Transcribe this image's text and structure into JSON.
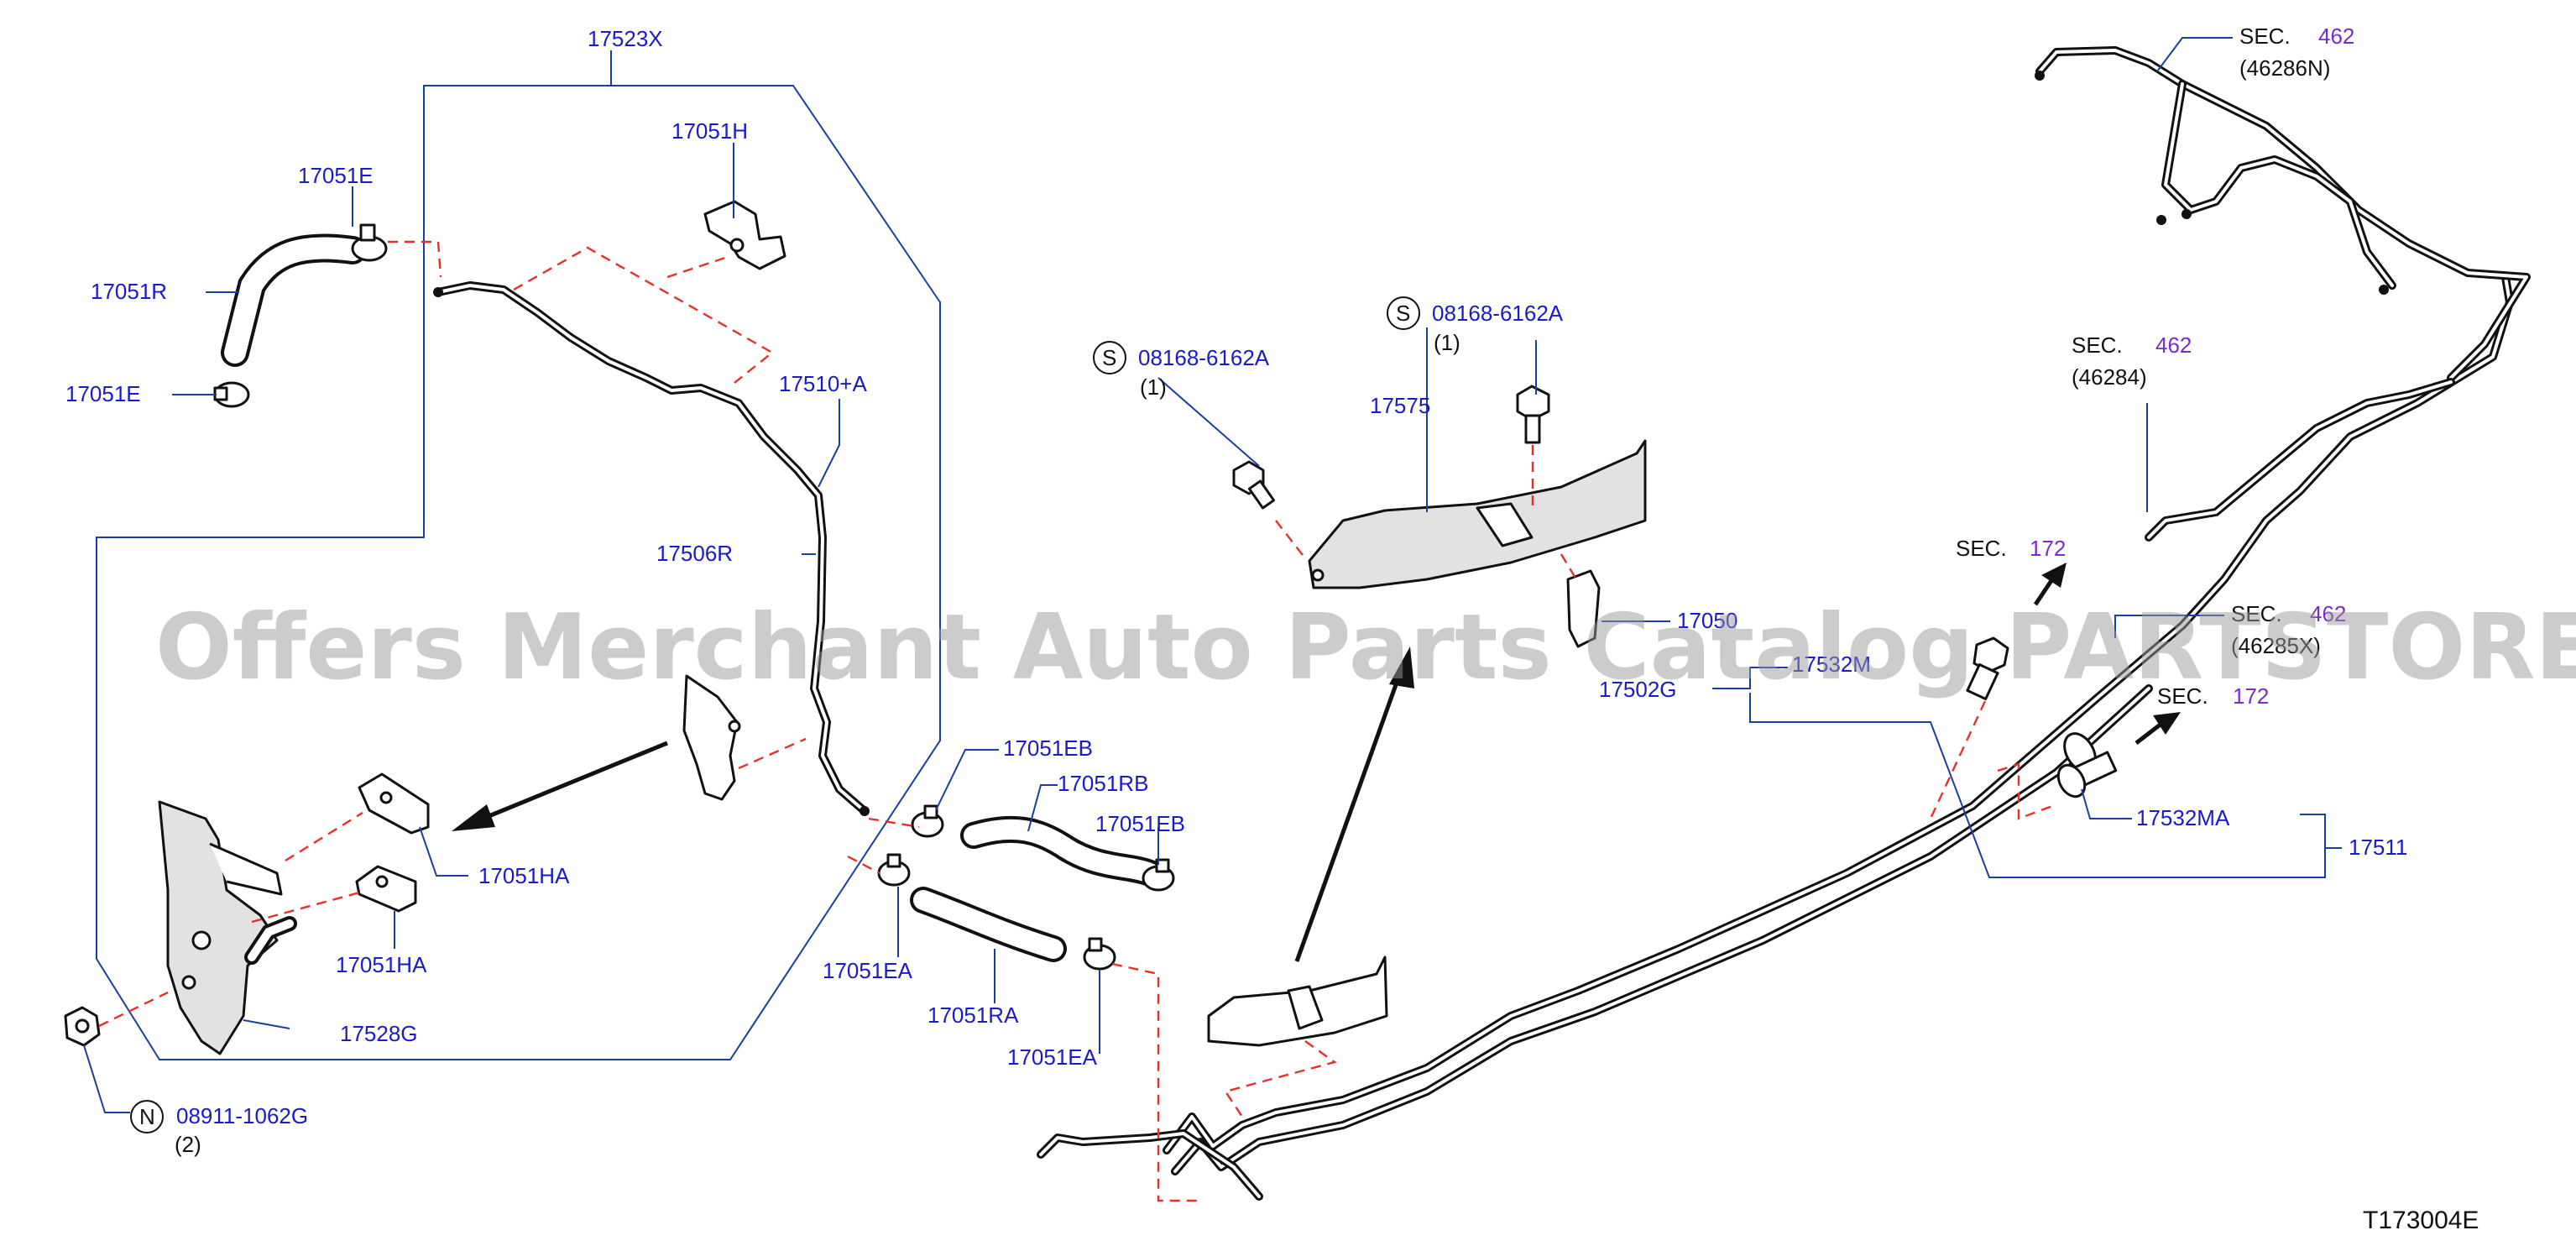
{
  "diagram_code": "T173004E",
  "watermark": "Offers Merchant Auto Parts Catalog PARTSTORE.SA",
  "colors": {
    "part_number": "#1a1acc",
    "section_ref": "#7a2ad0",
    "leader": "#1a3fa0",
    "dashed_leader": "#e8302a"
  },
  "labels": {
    "p17523X": "17523X",
    "p17051H": "17051H",
    "p17051E_top": "17051E",
    "p17051R": "17051R",
    "p17051E_bot": "17051E",
    "p17510A": "17510+A",
    "p17506R": "17506R",
    "p17051EB_1": "17051EB",
    "p17051RB": "17051RB",
    "p17051EB_2": "17051EB",
    "p17051HA_1": "17051HA",
    "p17051HA_2": "17051HA",
    "p17051EA_1": "17051EA",
    "p17051RA": "17051RA",
    "p17051EA_2": "17051EA",
    "p17528G": "17528G",
    "p08911": "08911-1062G",
    "p08911_qty": "(2)",
    "p08911_sym": "N",
    "p08168_a": "08168-6162A",
    "p08168_a_qty": "(1)",
    "p08168_a_sym": "S",
    "p08168_b": "08168-6162A",
    "p08168_b_qty": "(1)",
    "p08168_b_sym": "S",
    "p17575": "17575",
    "p17050": "17050",
    "p17502": "17502G",
    "p17532M": "17532M",
    "p17532MA": "17532MA",
    "p17511": "17511",
    "sec462_top_word": "SEC.",
    "sec462_top_num": "462",
    "sec462_top_sub": "(46286N)",
    "sec462_mid_word": "SEC.",
    "sec462_mid_num": "462",
    "sec462_mid_sub": "(46284)",
    "sec462_low_word": "SEC.",
    "sec462_low_num": "462",
    "sec462_low_sub": "(46285X)",
    "sec172_a_word": "SEC.",
    "sec172_a_num": "172",
    "sec172_b_word": "SEC.",
    "sec172_b_num": "172"
  }
}
